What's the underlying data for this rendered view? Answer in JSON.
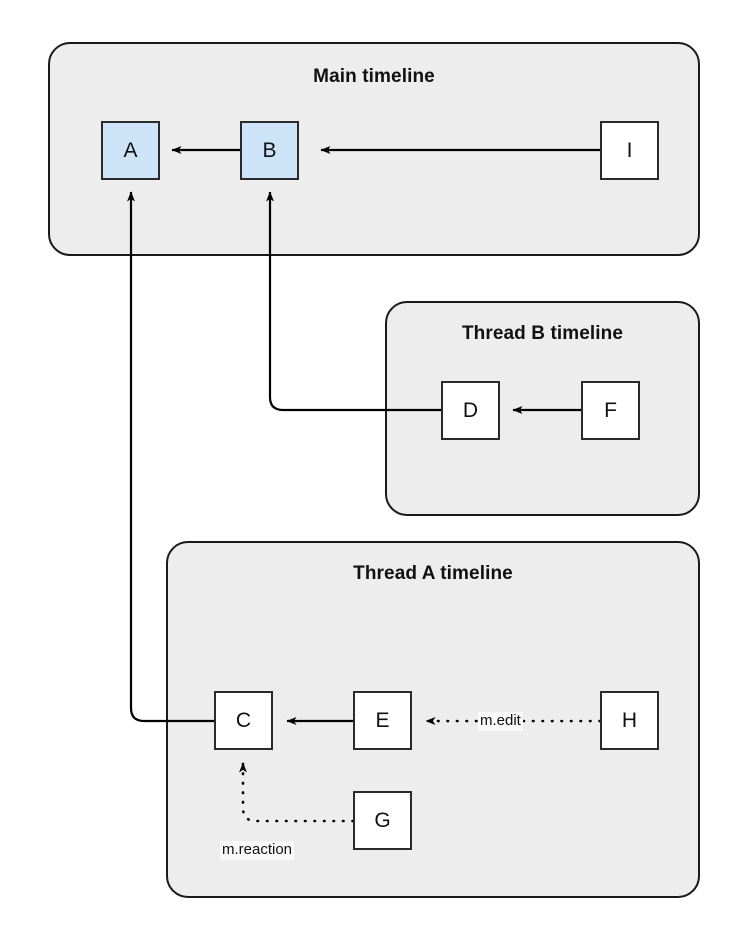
{
  "diagram": {
    "title_hidden": "",
    "colors": {
      "container_fill": "#ededed",
      "container_stroke": "#1a1a1a",
      "node_fill_plain": "#ffffff",
      "node_fill_highlight": "#cde3f8",
      "node_stroke": "#2a2a2a",
      "edge_stroke": "#000000",
      "label_bg": "#fafafa",
      "page_bg": "#ffffff"
    },
    "containers": [
      {
        "id": "main",
        "title": "Main timeline"
      },
      {
        "id": "thread_b",
        "title": "Thread B timeline"
      },
      {
        "id": "thread_a",
        "title": "Thread A timeline"
      }
    ],
    "nodes": [
      {
        "id": "A",
        "label": "A",
        "style": "highlight",
        "container": "main"
      },
      {
        "id": "B",
        "label": "B",
        "style": "highlight",
        "container": "main"
      },
      {
        "id": "I",
        "label": "I",
        "style": "plain",
        "container": "main"
      },
      {
        "id": "D",
        "label": "D",
        "style": "plain",
        "container": "thread_b"
      },
      {
        "id": "F",
        "label": "F",
        "style": "plain",
        "container": "thread_b"
      },
      {
        "id": "C",
        "label": "C",
        "style": "plain",
        "container": "thread_a"
      },
      {
        "id": "E",
        "label": "E",
        "style": "plain",
        "container": "thread_a"
      },
      {
        "id": "G",
        "label": "G",
        "style": "plain",
        "container": "thread_a"
      },
      {
        "id": "H",
        "label": "H",
        "style": "plain",
        "container": "thread_a"
      }
    ],
    "edges": [
      {
        "from": "B",
        "to": "A",
        "style": "solid",
        "label": ""
      },
      {
        "from": "I",
        "to": "B",
        "style": "solid",
        "label": ""
      },
      {
        "from": "F",
        "to": "D",
        "style": "solid",
        "label": ""
      },
      {
        "from": "D",
        "to": "B",
        "style": "solid",
        "label": ""
      },
      {
        "from": "E",
        "to": "C",
        "style": "solid",
        "label": ""
      },
      {
        "from": "C",
        "to": "A",
        "style": "solid",
        "label": ""
      },
      {
        "from": "H",
        "to": "E",
        "style": "dotted",
        "label": "m.edit"
      },
      {
        "from": "G",
        "to": "C",
        "style": "dotted",
        "label": "m.reaction"
      }
    ],
    "labels": {
      "m_edit": "m.edit",
      "m_reaction": "m.reaction"
    }
  }
}
